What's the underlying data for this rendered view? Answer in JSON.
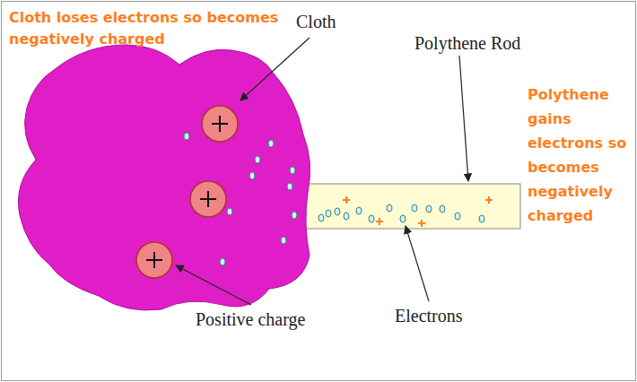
{
  "diagram": {
    "labels": [
      "Cloth loses electrons so becomes negatively charged",
      "Cloth",
      "Polythene Rod",
      "Polythene gains electrons so becomes negatively charged",
      "Positive charge",
      "Electrons"
    ]
  }
}
